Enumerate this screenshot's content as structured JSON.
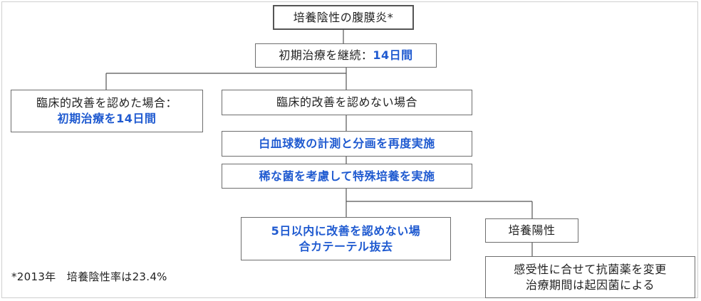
{
  "top": "培養陰性の腹膜炎*",
  "initial": {
    "text": "初期治療を継続：",
    "highlight": "14日間"
  },
  "left_branch": {
    "line1": "臨床的改善を認めた場合：",
    "line2": "初期治療を14日間"
  },
  "right_branch": "臨床的改善を認めない場合",
  "step_wbc": "白血球数の計測と分画を再度実施",
  "step_culture": "稀な菌を考慮して特殊培養を実施",
  "no_improve": {
    "line1": "5日以内に改善を認めない場",
    "line2": "合カテーテル抜去"
  },
  "culture_positive": "培養陽性",
  "antibiotic": {
    "line1": "感受性に合せて抗菌薬を変更",
    "line2": "治療期間は起因菌による"
  },
  "footnote": "*2013年　培養陰性率は23.4%"
}
